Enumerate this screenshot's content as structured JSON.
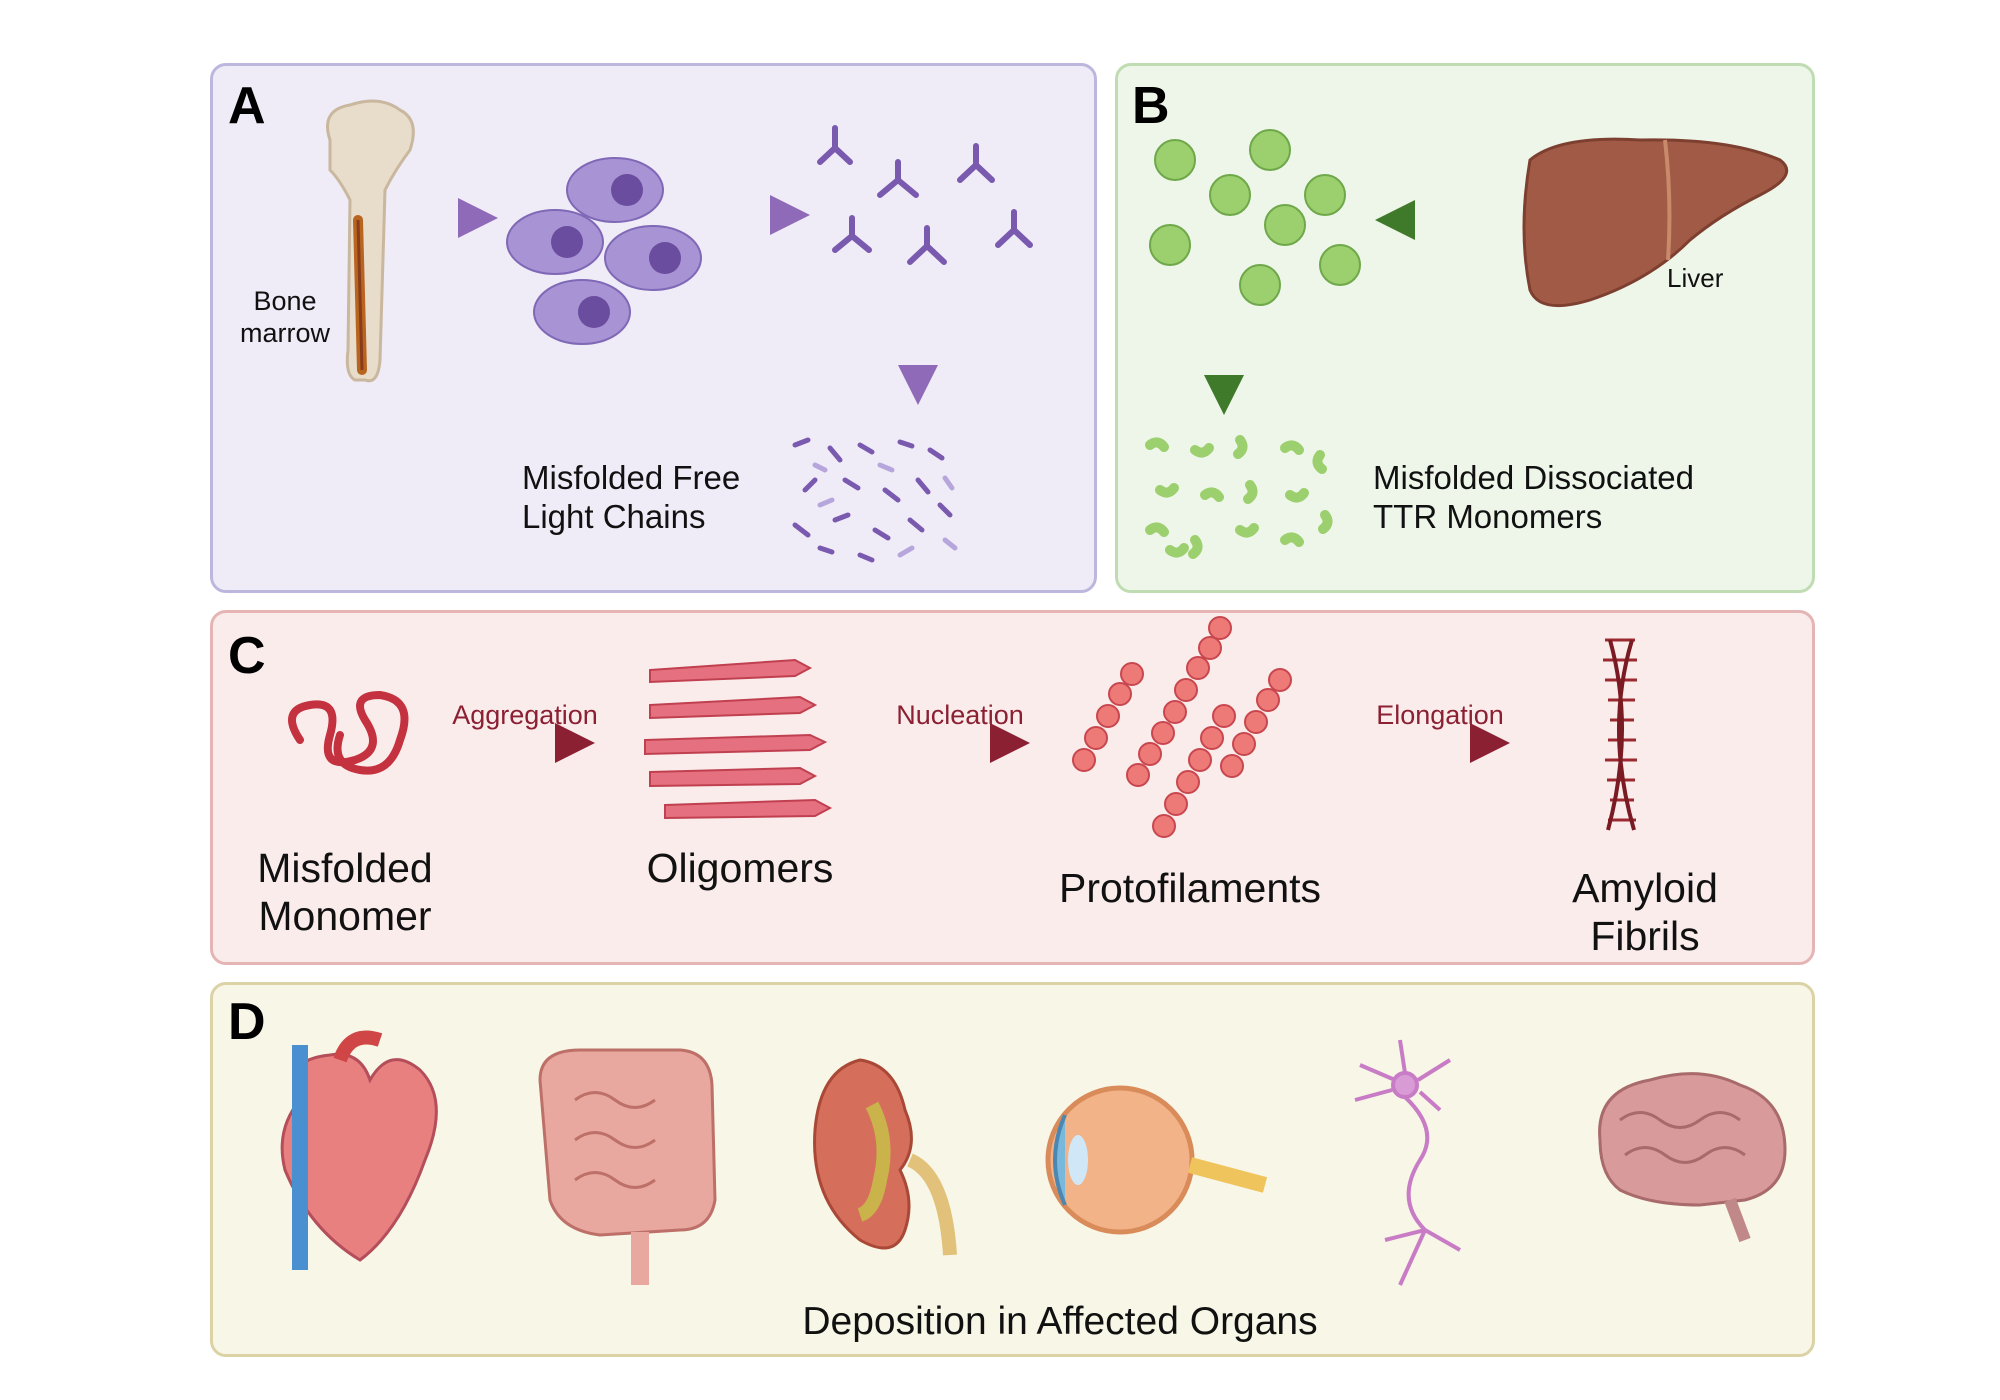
{
  "panels": {
    "a": {
      "label": "A",
      "bone_marrow_label": "Bone\nmarrow",
      "light_chains_label": "Misfolded Free\nLight Chains"
    },
    "b": {
      "label": "B",
      "liver_label": "Liver",
      "ttr_label": "Misfolded Dissociated\nTTR Monomers"
    },
    "c": {
      "label": "C",
      "steps": [
        {
          "label": "Misfolded\nMonomer"
        },
        {
          "label": "Oligomers"
        },
        {
          "label": "Protofilaments"
        },
        {
          "label": "Amyloid\nFibrils"
        }
      ],
      "arrows": [
        {
          "label": "Aggregation"
        },
        {
          "label": "Nucleation"
        },
        {
          "label": "Elongation"
        }
      ]
    },
    "d": {
      "label": "D",
      "caption": "Deposition in Affected Organs",
      "organs": [
        "heart-icon",
        "intestine-icon",
        "kidney-icon",
        "eye-icon",
        "neuron-icon",
        "brain-icon"
      ]
    }
  },
  "colors": {
    "panel_a_bg": "#efecf8",
    "panel_b_bg": "#eef6ea",
    "panel_c_bg": "#fbecec",
    "panel_d_bg": "#f8f6e6",
    "purple_arrow": "#8e6ab8",
    "green_arrow": "#3f7a2a",
    "red_arrow": "#8b2033"
  }
}
